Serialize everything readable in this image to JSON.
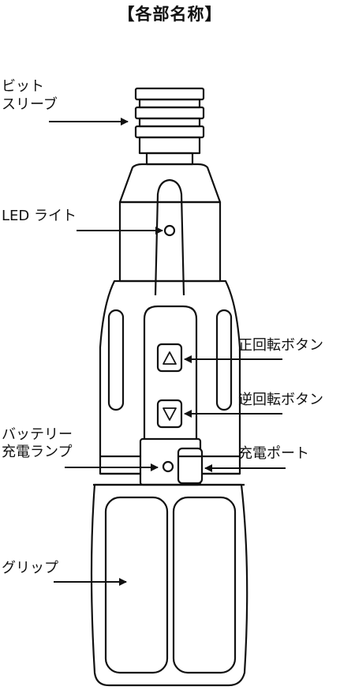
{
  "title": "【各部名称】",
  "labels": {
    "bit_sleeve_line1": "ビット",
    "bit_sleeve_line2": "スリーブ",
    "led_light": "LED ライト",
    "forward_button": "正回転ボタン",
    "reverse_button": "逆回転ボタン",
    "battery_lamp_line1": "バッテリー",
    "battery_lamp_line2": "充電ランプ",
    "charge_port": "充電ポート",
    "grip": "グリップ"
  },
  "icons": {
    "forward_button": "up-triangle-icon",
    "reverse_button": "down-triangle-icon"
  },
  "colors": {
    "line": "#111111",
    "background": "#ffffff"
  }
}
